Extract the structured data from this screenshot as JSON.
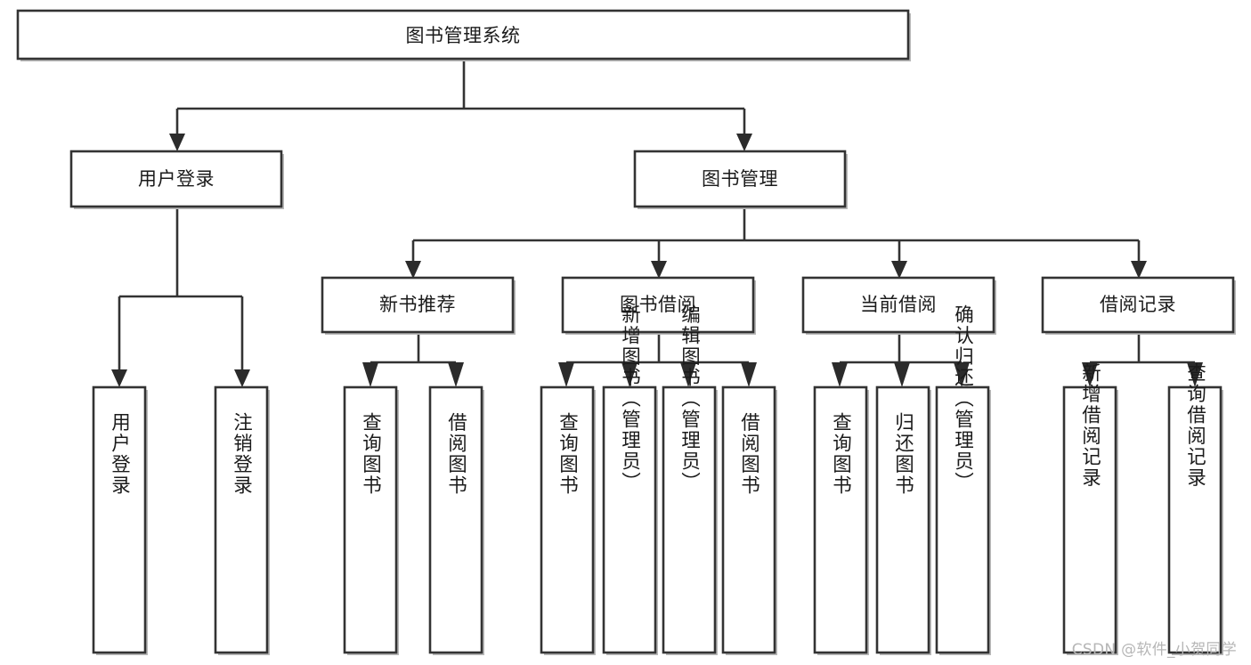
{
  "diagram": {
    "type": "tree-hierarchy-flowchart",
    "title": "图书管理系统",
    "root": {
      "id": "root",
      "label": "图书管理系统",
      "orientation": "horizontal"
    },
    "level2": [
      {
        "id": "user-login",
        "label": "用户登录",
        "orientation": "horizontal"
      },
      {
        "id": "book-management",
        "label": "图书管理",
        "orientation": "horizontal"
      }
    ],
    "level3": [
      {
        "id": "new-book-recommend",
        "label": "新书推荐",
        "orientation": "horizontal",
        "parent": "book-management"
      },
      {
        "id": "book-borrow",
        "label": "图书借阅",
        "orientation": "horizontal",
        "parent": "book-management"
      },
      {
        "id": "current-borrow",
        "label": "当前借阅",
        "orientation": "horizontal",
        "parent": "book-management"
      },
      {
        "id": "borrow-record",
        "label": "借阅记录",
        "orientation": "horizontal",
        "parent": "book-management"
      }
    ],
    "leaves": [
      {
        "id": "leaf-user-login",
        "label": "用户登录",
        "orientation": "vertical",
        "parent": "user-login"
      },
      {
        "id": "leaf-logout",
        "label": "注销登录",
        "orientation": "vertical",
        "parent": "user-login"
      },
      {
        "id": "leaf-query-book-1",
        "label": "查询图书",
        "orientation": "vertical",
        "parent": "new-book-recommend"
      },
      {
        "id": "leaf-borrow-book-1",
        "label": "借阅图书",
        "orientation": "vertical",
        "parent": "new-book-recommend"
      },
      {
        "id": "leaf-query-book-2",
        "label": "查询图书",
        "orientation": "vertical",
        "parent": "book-borrow"
      },
      {
        "id": "leaf-add-book",
        "label": "新增图书（管理员）",
        "orientation": "vertical",
        "parent": "book-borrow"
      },
      {
        "id": "leaf-edit-book",
        "label": "编辑图书（管理员）",
        "orientation": "vertical",
        "parent": "book-borrow"
      },
      {
        "id": "leaf-borrow-book-2",
        "label": "借阅图书",
        "orientation": "vertical",
        "parent": "book-borrow"
      },
      {
        "id": "leaf-query-book-3",
        "label": "查询图书",
        "orientation": "vertical",
        "parent": "current-borrow"
      },
      {
        "id": "leaf-return-book",
        "label": "归还图书",
        "orientation": "vertical",
        "parent": "current-borrow"
      },
      {
        "id": "leaf-confirm-return",
        "label": "确认归还（管理员）",
        "orientation": "vertical",
        "parent": "current-borrow"
      },
      {
        "id": "leaf-add-record",
        "label": "新增借阅记录",
        "orientation": "vertical",
        "parent": "borrow-record"
      },
      {
        "id": "leaf-query-record",
        "label": "查询借阅记录",
        "orientation": "vertical",
        "parent": "borrow-record"
      }
    ]
  },
  "watermark": {
    "text": "CSDN @软件_小贺同学"
  },
  "colors": {
    "box_stroke": "#333333",
    "box_fill": "#ffffff",
    "connector": "#333333",
    "text": "#1b1b1b",
    "watermark": "#b6b6b6",
    "background": "#ffffff"
  }
}
